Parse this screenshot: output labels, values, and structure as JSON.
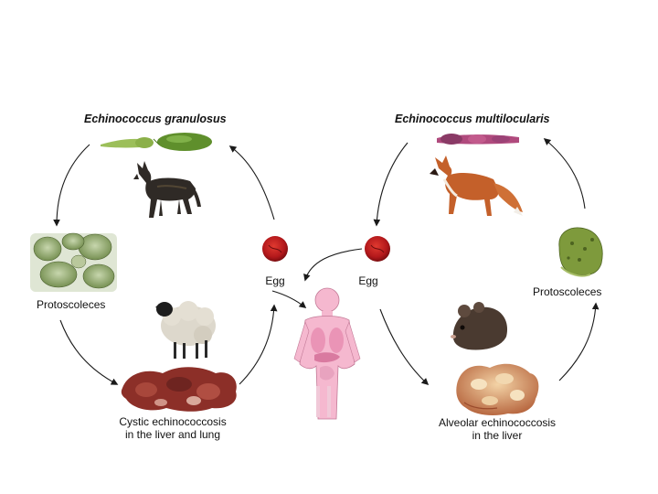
{
  "left_cycle": {
    "title": "Echinococcus granulosus",
    "protoscoleces_label": "Protoscoleces",
    "disease_line1": "Cystic echinococcosis",
    "disease_line2": "in the liver and lung",
    "egg_label": "Egg",
    "definitive_host_icon": "dog-icon",
    "intermediate_host_icon": "sheep-icon"
  },
  "right_cycle": {
    "title": "Echinococcus multilocularis",
    "protoscoleces_label": "Protoscoleces",
    "disease_line1": "Alveolar echinococcosis",
    "disease_line2": "in the liver",
    "egg_label": "Egg",
    "definitive_host_icon": "fox-icon",
    "intermediate_host_icon": "mouse-icon"
  },
  "center": {
    "icon": "human-body-icon"
  },
  "colors": {
    "arrow": "#1a1a1a",
    "egg": "#b3181b",
    "granulosus_worm": "#7fa843",
    "multilocularis_worm": "#b04a7d",
    "human_body": "#f5b8cf",
    "liver_tissue": "#8c2f28",
    "alveolar_tissue": "#d9925a",
    "protoscolex": "#8faa62"
  }
}
